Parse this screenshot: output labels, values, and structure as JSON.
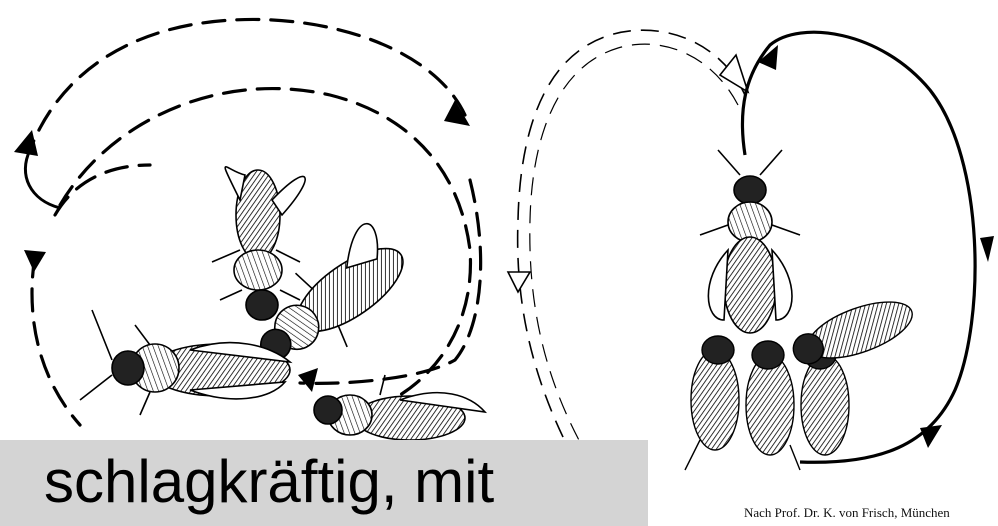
{
  "figure": {
    "left_panel": {
      "subject": "round-dance-bees"
    },
    "right_panel": {
      "subject": "waggle-dance-bees"
    }
  },
  "caption": {
    "text": "schlagkräftig, mit"
  },
  "credit": {
    "text": "Nach Prof. Dr. K. von Frisch, München"
  },
  "colors": {
    "background": "#ffffff",
    "ink": "#000000",
    "caption_bar": "#d4d4d4"
  }
}
